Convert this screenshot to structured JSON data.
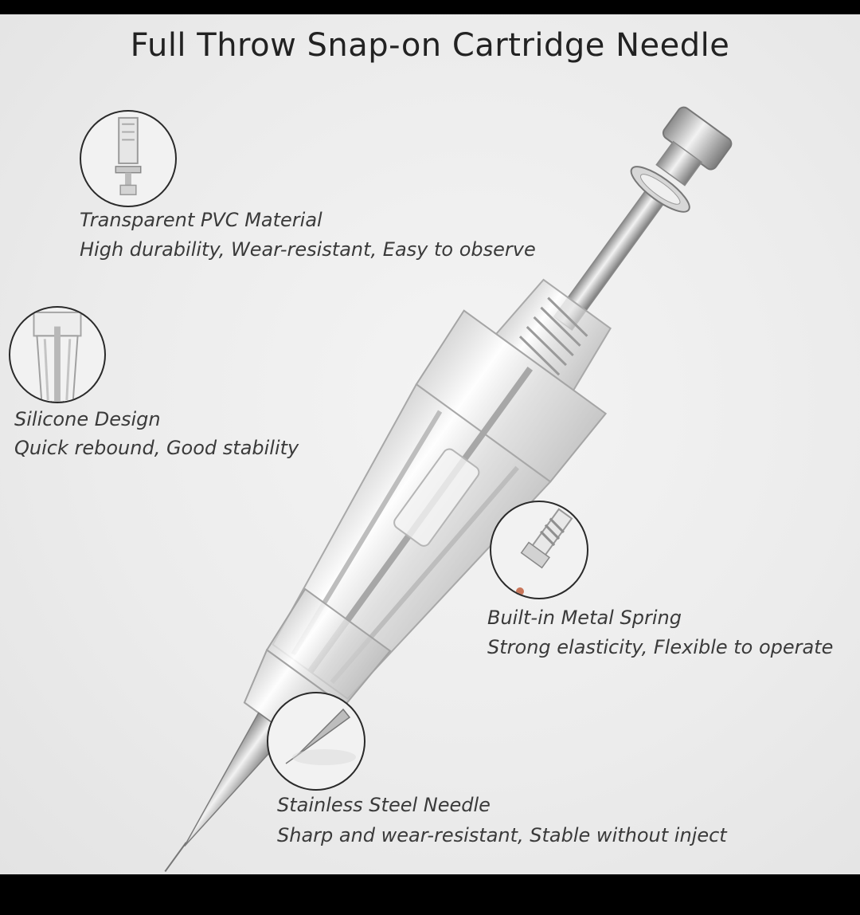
{
  "title": "Full Throw Snap-on Cartridge Needle",
  "callouts": [
    {
      "heading": "Transparent PVC Material",
      "description": "High durability, Wear-resistant, Easy to observe"
    },
    {
      "heading": "Silicone Design",
      "description": "Quick rebound, Good stability"
    },
    {
      "heading": "Built-in Metal Spring",
      "description": "Strong elasticity, Flexible to operate"
    },
    {
      "heading": "Stainless Steel Needle",
      "description": "Sharp and wear-resistant, Stable without inject"
    }
  ],
  "colors": {
    "background": "#ececec",
    "text": "#3a3a3a",
    "circle_border": "#2a2a2a"
  },
  "icons": [
    "cartridge-top-detail-icon",
    "silicone-detail-icon",
    "spring-detail-icon",
    "needle-tip-detail-icon"
  ]
}
